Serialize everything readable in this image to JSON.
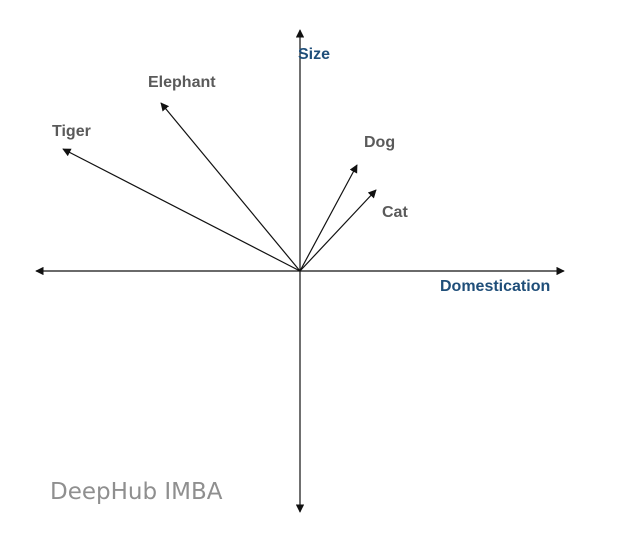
{
  "axes": {
    "x_label": "Domestication",
    "y_label": "Size"
  },
  "vectors": [
    {
      "label": "Elephant"
    },
    {
      "label": "Tiger"
    },
    {
      "label": "Dog"
    },
    {
      "label": "Cat"
    }
  ],
  "watermark": "DeepHub IMBA",
  "colors": {
    "axis_label": "#1f4e79",
    "vector_label": "#5a5a5a",
    "line": "#111111",
    "watermark": "#8f8f8f"
  }
}
